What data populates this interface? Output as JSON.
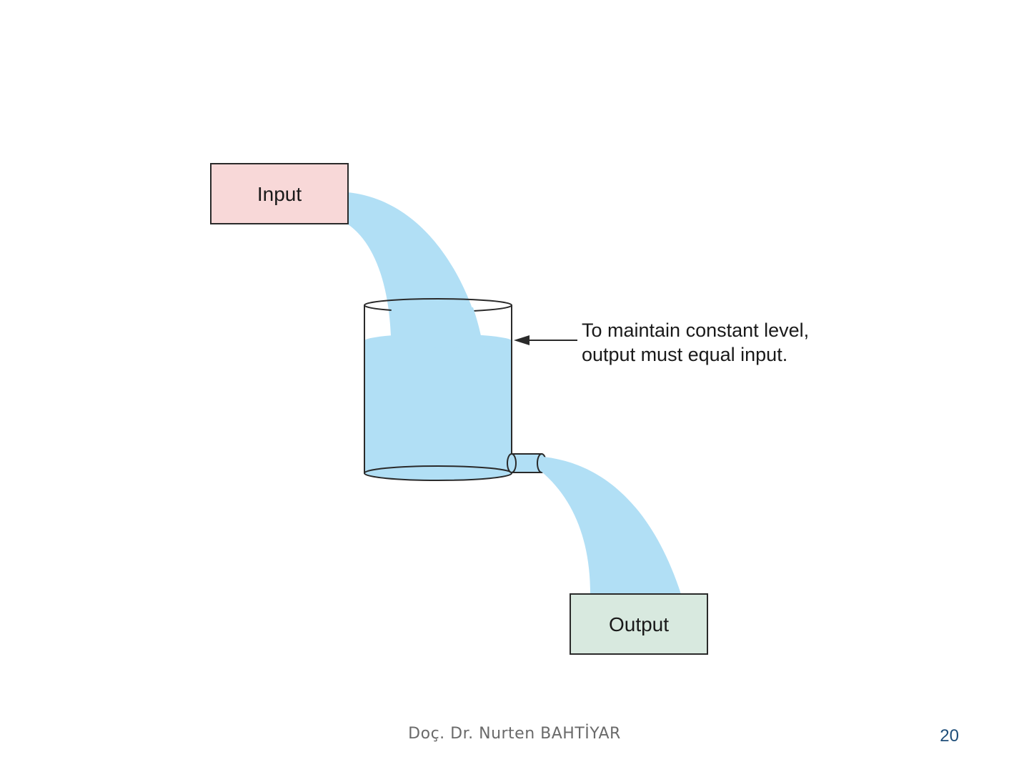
{
  "diagram": {
    "input_label": "Input",
    "output_label": "Output",
    "annotation_line1": "To maintain constant level,",
    "annotation_line2": "output must equal input."
  },
  "footer": {
    "author": "Doç. Dr. Nurten BAHTİYAR",
    "page_number": "20"
  },
  "colors": {
    "water": "#b1dff5",
    "input_box": "#f8d8d8",
    "output_box": "#d8e9df",
    "outline": "#2a2a2a",
    "page_number": "#1f4e79"
  }
}
